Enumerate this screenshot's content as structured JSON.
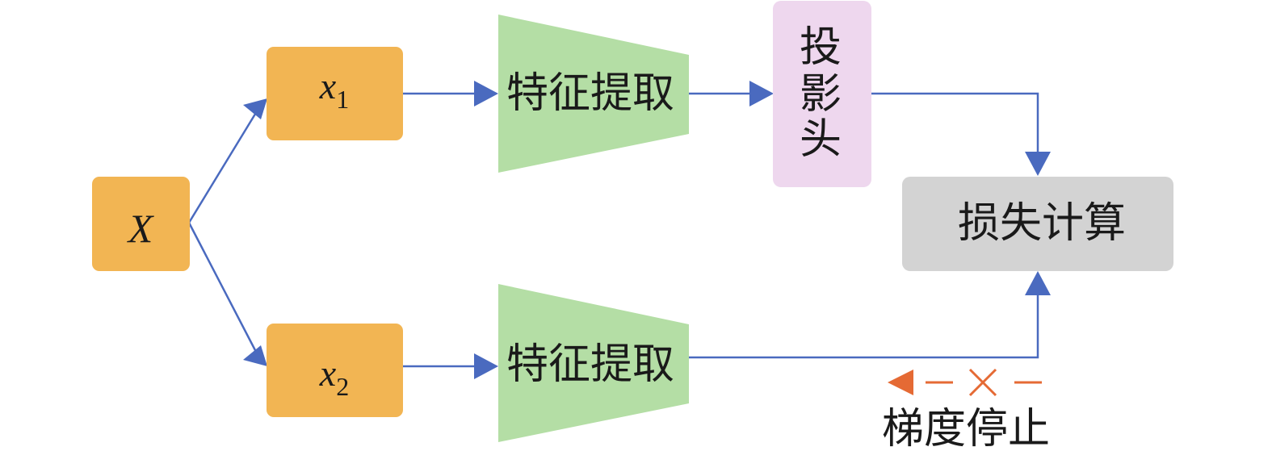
{
  "colors": {
    "input_box": "#F2B553",
    "feature_extractor": "#B4DEA5",
    "projection_head": "#EED7EE",
    "loss_box": "#D3D3D3",
    "arrow": "#4A6ABF",
    "stop_gradient": "#E56A34"
  },
  "nodes": {
    "input": {
      "var": "X"
    },
    "view1": {
      "var": "x",
      "sub": "1"
    },
    "view2": {
      "var": "x",
      "sub": "2"
    },
    "extractor_top": {
      "label": "特征提取"
    },
    "extractor_bottom": {
      "label": "特征提取"
    },
    "projection_head": {
      "chars": [
        "投",
        "影",
        "头"
      ]
    },
    "loss": {
      "label": "损失计算"
    }
  },
  "legend": {
    "stop_gradient_label": "梯度停止",
    "stop_gradient_icon": "left-arrow-dash-cross"
  }
}
